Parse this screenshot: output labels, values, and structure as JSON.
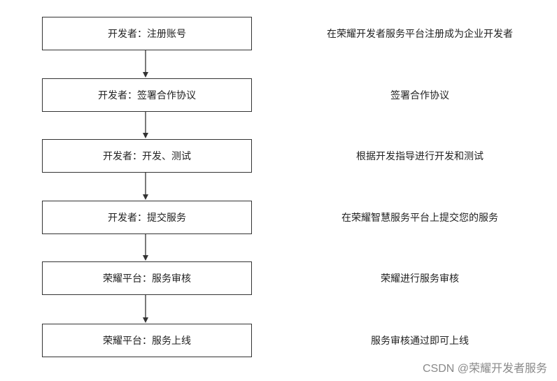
{
  "steps": [
    {
      "label": "开发者：注册账号",
      "description": "在荣耀开发者服务平台注册成为企业开发者"
    },
    {
      "label": "开发者：签署合作协议",
      "description": "签署合作协议"
    },
    {
      "label": "开发者：开发、测试",
      "description": "根据开发指导进行开发和测试"
    },
    {
      "label": "开发者：提交服务",
      "description": "在荣耀智慧服务平台上提交您的服务"
    },
    {
      "label": "荣耀平台：服务审核",
      "description": "荣耀进行服务审核"
    },
    {
      "label": "荣耀平台：服务上线",
      "description": "服务审核通过即可上线"
    }
  ],
  "watermark": "CSDN @荣耀开发者服务",
  "colors": {
    "box_border": "#333333",
    "text": "#222222",
    "watermark": "#8a8a8a"
  }
}
